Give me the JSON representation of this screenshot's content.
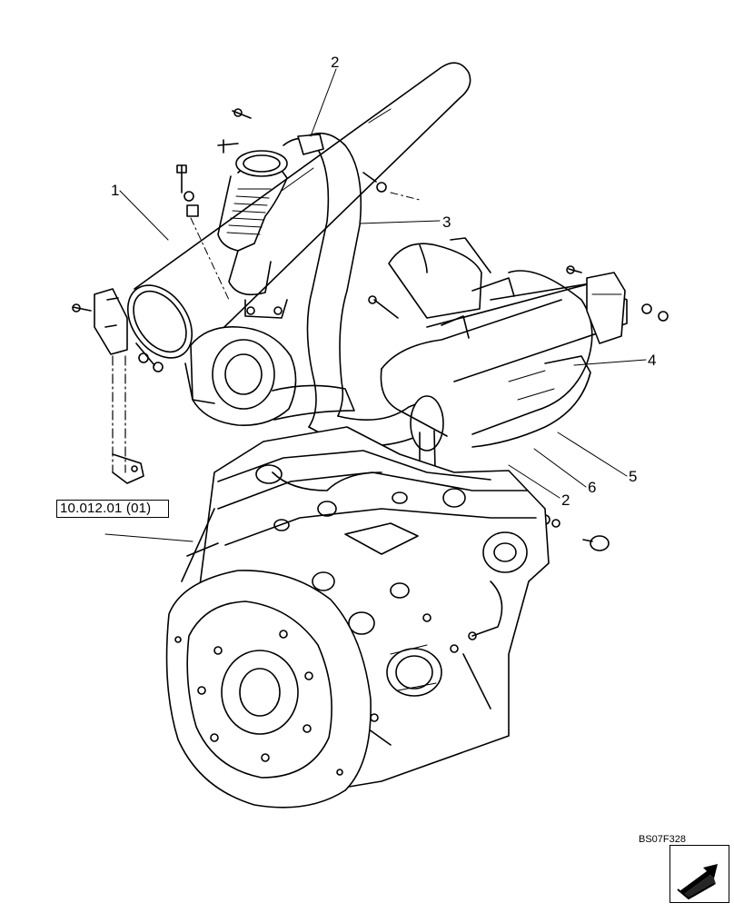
{
  "callouts": [
    {
      "id": "1",
      "label": "1"
    },
    {
      "id": "2a",
      "label": "2"
    },
    {
      "id": "3",
      "label": "3"
    },
    {
      "id": "4",
      "label": "4"
    },
    {
      "id": "5",
      "label": "5"
    },
    {
      "id": "6",
      "label": "6"
    },
    {
      "id": "2b",
      "label": "2"
    }
  ],
  "reference": {
    "label": "10.012.01 (01)"
  },
  "figure_code": "BS07F328",
  "navigation": {
    "icon": "next-page-arrow-icon"
  }
}
